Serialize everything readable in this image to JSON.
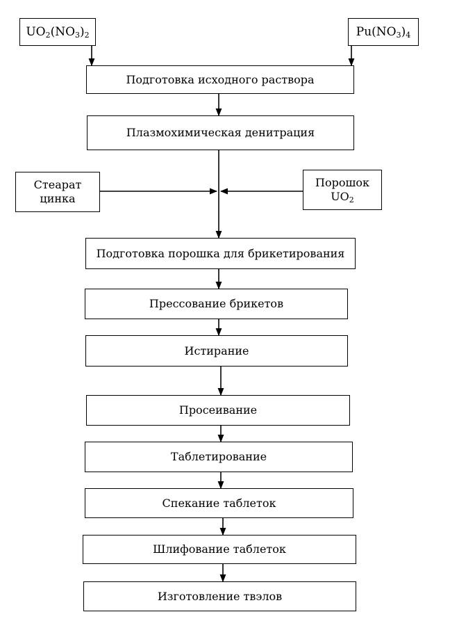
{
  "inputs": {
    "uranyl_nitrate": {
      "part1": "UO",
      "sub1": "2",
      "part2": "(NO",
      "sub2": "3",
      "part3": ")",
      "sub3": "2"
    },
    "plutonium_nitrate": {
      "part1": "Pu(NO",
      "sub1": "3",
      "part2": ")",
      "sub2": "4"
    },
    "zinc_stearate": {
      "line1": "Стеарат",
      "line2": "цинка"
    },
    "uo2_powder": {
      "line1": "Порошок",
      "line2a": "UO",
      "line2sub": "2"
    }
  },
  "steps": [
    "Подготовка исходного раствора",
    "Плазмохимическая денитрация",
    "Подготовка порошка для брикетирования",
    "Прессование брикетов",
    "Истирание",
    "Просеивание",
    "Таблетирование",
    "Спекание таблеток",
    "Шлифование таблеток",
    "Изготовление твэлов"
  ]
}
